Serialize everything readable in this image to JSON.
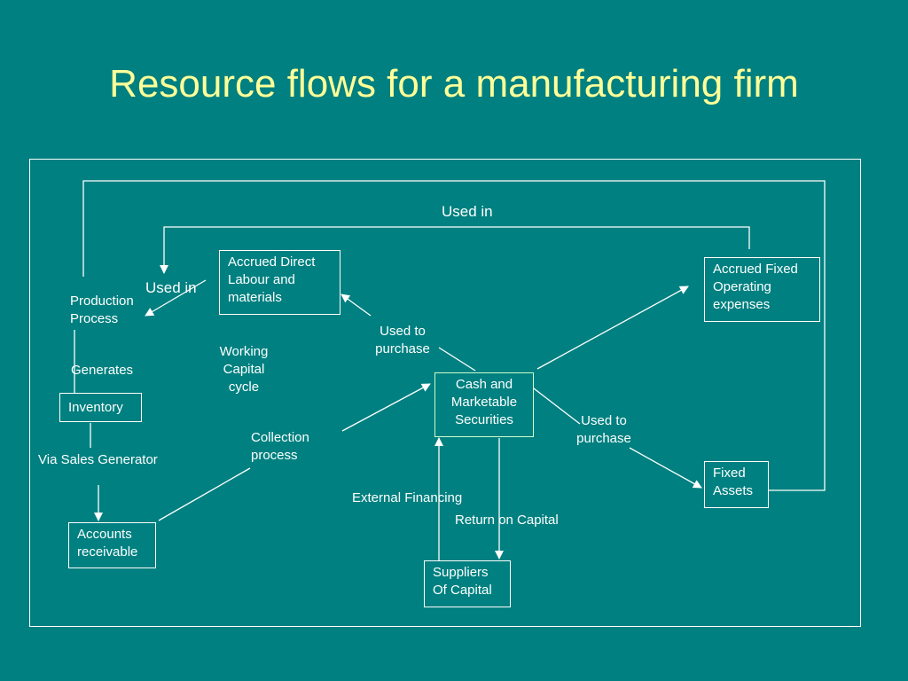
{
  "title": "Resource flows for a manufacturing firm",
  "nodes": {
    "production": "Production\nProcess",
    "inventory": "Inventory",
    "accounts_receivable": "Accounts\nreceivable",
    "accrued_labour": "Accrued Direct\nLabour and\nmaterials",
    "cash": "Cash and\nMarketable\nSecurities",
    "accrued_fixed": "Accrued Fixed\nOperating\nexpenses",
    "fixed_assets": "Fixed\nAssets",
    "suppliers": "Suppliers\nOf Capital"
  },
  "labels": {
    "used_in_top": "Used in",
    "used_in_left": "Used in",
    "generates": "Generates",
    "via_sales": "Via Sales Generator",
    "working_capital": "Working\nCapital\ncycle",
    "collection": "Collection\nprocess",
    "used_to_purchase_1": "Used to\npurchase",
    "used_to_purchase_2": "Used to\npurchase",
    "external_financing": "External Financing",
    "return_on_capital": "Return on Capital"
  },
  "colors": {
    "background": "#008080",
    "title": "#ffff99",
    "lines": "#ffffff"
  }
}
